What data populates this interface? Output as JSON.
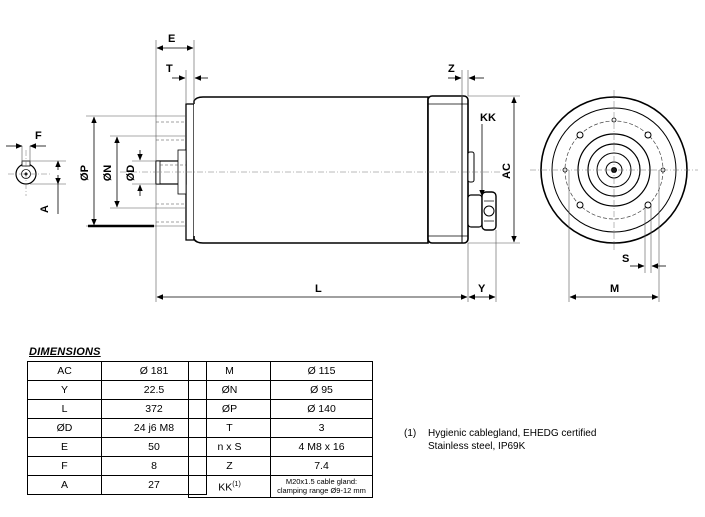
{
  "drawing": {
    "labels": {
      "E": "E",
      "T": "T",
      "F": "F",
      "A": "A",
      "P": "ØP",
      "N": "ØN",
      "D": "ØD",
      "Z": "Z",
      "KK": "KK",
      "AC": "AC",
      "L": "L",
      "Y": "Y",
      "S": "S",
      "M": "M"
    }
  },
  "dimensions": {
    "heading": "DIMENSIONS",
    "left_table": [
      {
        "key": "AC",
        "value": "Ø 181"
      },
      {
        "key": "Y",
        "value": "22.5"
      },
      {
        "key": "L",
        "value": "372"
      },
      {
        "key": "ØD",
        "value": "24 j6 M8"
      },
      {
        "key": "E",
        "value": "50"
      },
      {
        "key": "F",
        "value": "8"
      },
      {
        "key": "A",
        "value": "27"
      }
    ],
    "right_table": [
      {
        "key": "M",
        "value": "Ø 115"
      },
      {
        "key": "ØN",
        "value": "Ø 95"
      },
      {
        "key": "ØP",
        "value": "Ø 140"
      },
      {
        "key": "T",
        "value": "3"
      },
      {
        "key": "n x S",
        "value": "4 M8 x 16"
      },
      {
        "key": "Z",
        "value": "7.4"
      },
      {
        "key": "KK",
        "key_note": "(1)",
        "value_line1": "M20x1.5 cable gland:",
        "value_line2": "clamping range Ø9-12 mm"
      }
    ]
  },
  "footnote": {
    "number": "(1)",
    "line1": "Hygienic cablegland, EHEDG certified",
    "line2": "Stainless steel, IP69K"
  }
}
